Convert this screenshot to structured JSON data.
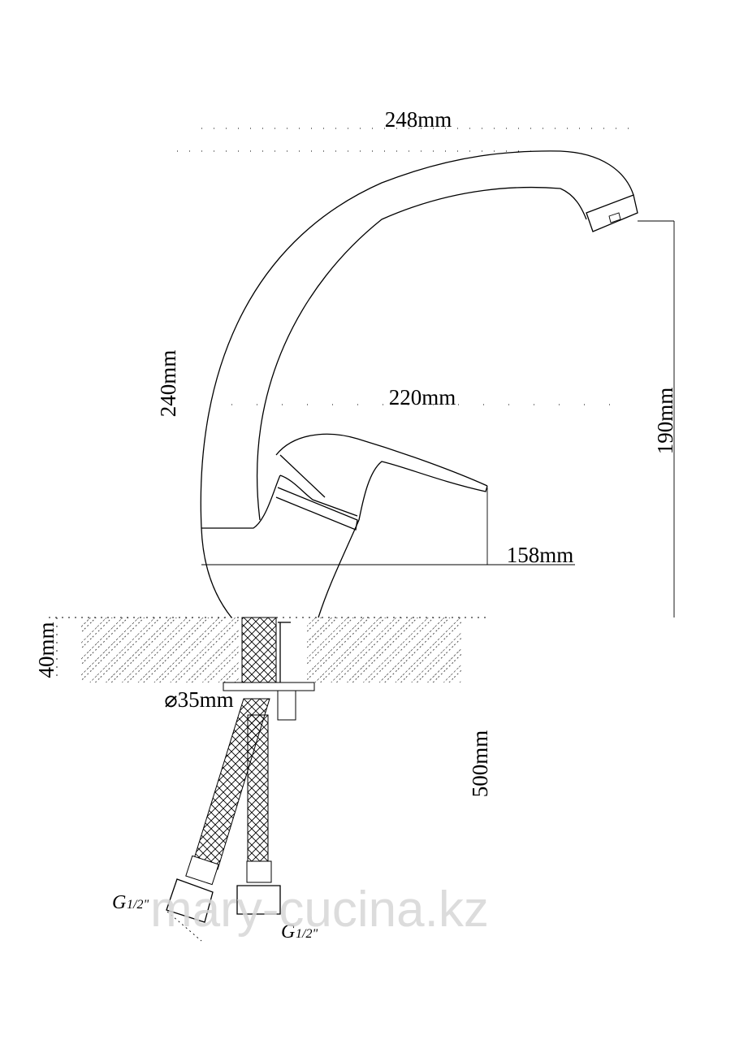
{
  "dimensions": {
    "spout_reach": "248mm",
    "total_height": "240mm",
    "handle_height": "220mm",
    "spout_clearance": "190mm",
    "base_length": "158mm",
    "counter_thickness": "40mm",
    "mount_hole": "⌀35mm",
    "hose_length": "500mm"
  },
  "connectors": {
    "left_prefix": "G",
    "left_fraction": "1/2\"",
    "right_prefix": "G",
    "right_fraction": "1/2\""
  },
  "watermark": "mary-cucina.kz"
}
